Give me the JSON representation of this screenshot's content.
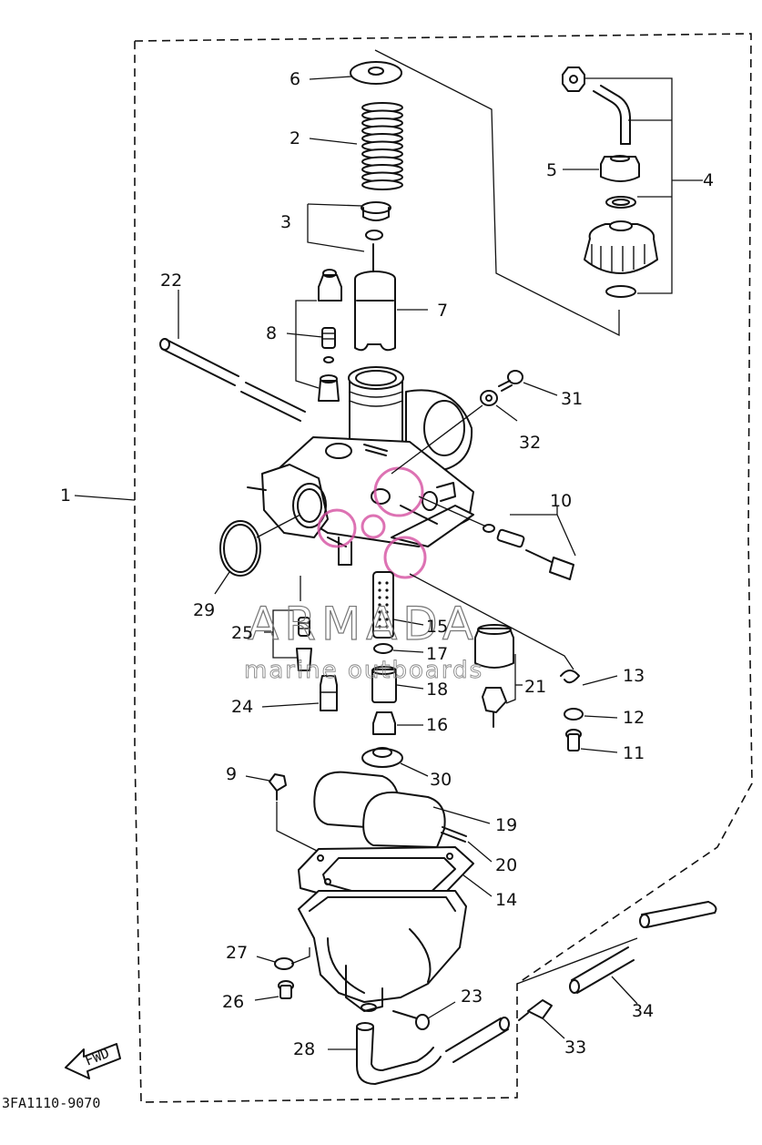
{
  "drawing_code": "3FA1110-9070",
  "fwd_label": "FWD",
  "watermark": {
    "brand": "ARMADA",
    "tagline": "marine outboards"
  },
  "callouts": [
    "1",
    "2",
    "3",
    "4",
    "5",
    "6",
    "7",
    "8",
    "9",
    "10",
    "11",
    "12",
    "13",
    "14",
    "15",
    "16",
    "17",
    "18",
    "19",
    "20",
    "21",
    "22",
    "23",
    "24",
    "25",
    "26",
    "27",
    "28",
    "29",
    "30",
    "31",
    "32",
    "33",
    "34"
  ]
}
